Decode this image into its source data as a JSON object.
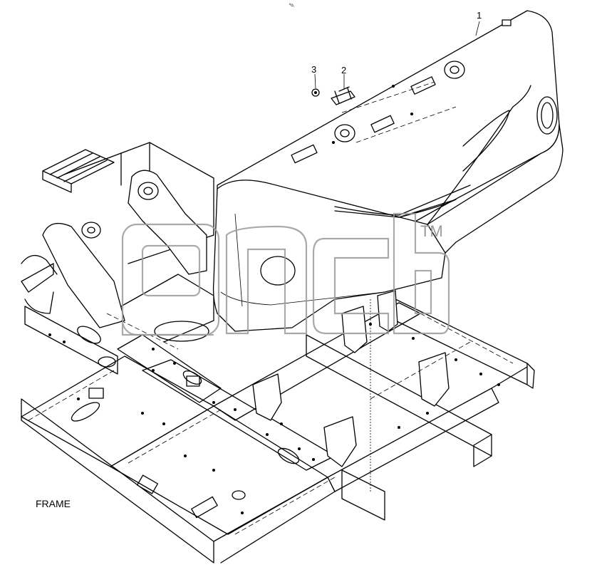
{
  "diagram": {
    "callouts": [
      {
        "id": "callout-1",
        "text": "1"
      },
      {
        "id": "callout-2",
        "text": "2"
      },
      {
        "id": "callout-3",
        "text": "3"
      }
    ],
    "caption": "FRAME",
    "watermark": {
      "text": "gnch",
      "trademark": "TM"
    },
    "header_mark": "ºo,"
  }
}
